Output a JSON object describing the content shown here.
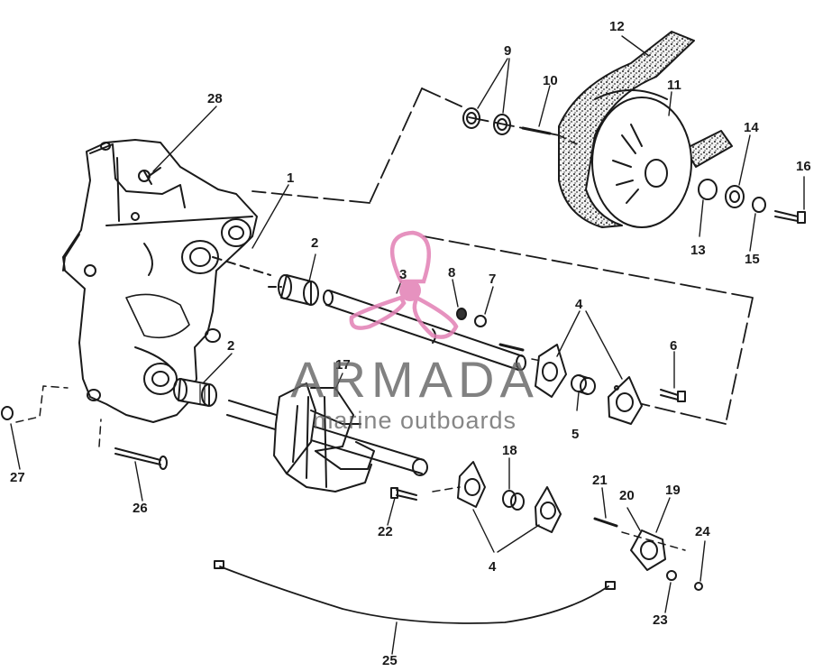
{
  "diagram": {
    "callouts": [
      "1",
      "2",
      "2",
      "3",
      "4",
      "4",
      "5",
      "6",
      "7",
      "8",
      "9",
      "10",
      "11",
      "12",
      "13",
      "14",
      "15",
      "16",
      "17",
      "18",
      "19",
      "20",
      "21",
      "22",
      "23",
      "24",
      "25",
      "26",
      "27",
      "28"
    ]
  },
  "watermark": {
    "brand": "ARMADA",
    "tagline": "marine outboards",
    "brand_color": "#e27fb4"
  }
}
